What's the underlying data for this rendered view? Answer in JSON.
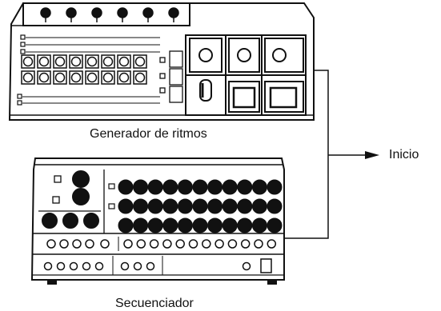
{
  "labels": {
    "rhythm_generator": "Generador de ritmos",
    "sequencer": "Secuenciador",
    "start": "Inicio"
  }
}
